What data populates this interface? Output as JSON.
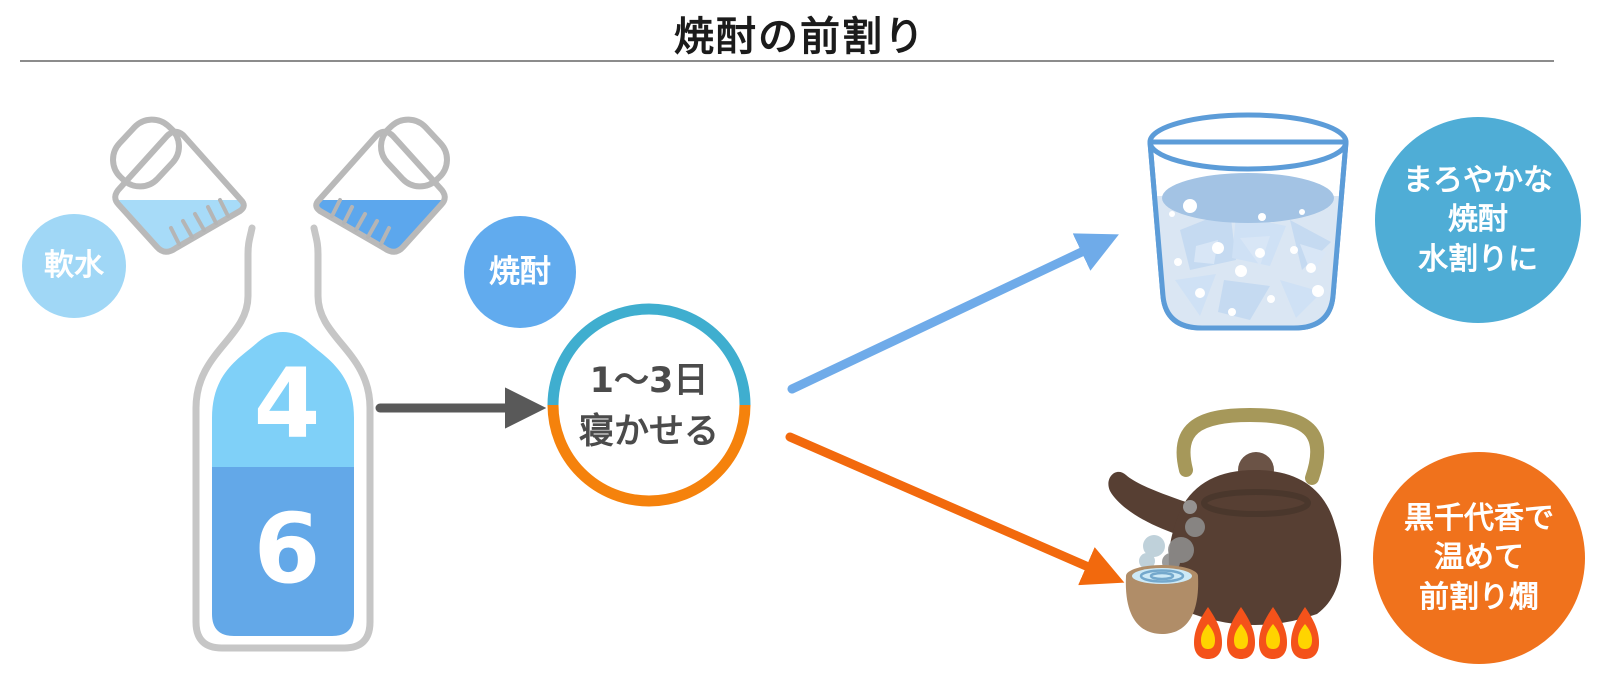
{
  "title": "焼酎の前割り",
  "mix": {
    "water_label": "軟水",
    "shochu_label": "焼酎",
    "water_parts": "4",
    "shochu_parts": "6"
  },
  "rest": {
    "line1": "1〜3日",
    "line2": "寝かせる"
  },
  "outcomes": {
    "cold": {
      "line1": "まろやかな",
      "line2": "焼酎",
      "line3": "水割りに"
    },
    "hot": {
      "line1": "黒千代香で",
      "line2": "温めて",
      "line3": "前割り燗"
    }
  },
  "colors": {
    "water_badge": "#a0d7f6",
    "shochu_badge": "#61abee",
    "bottle_top_fill": "#7fd0f8",
    "bottle_bottom_fill": "#63a8e8",
    "ring_teal": "#3faecf",
    "ring_orange": "#f5820c",
    "arrow_dark": "#595959",
    "arrow_blue": "#6fabe9",
    "arrow_orange": "#f2690d",
    "cold_circle": "#4fadd6",
    "hot_circle": "#f0721c"
  }
}
